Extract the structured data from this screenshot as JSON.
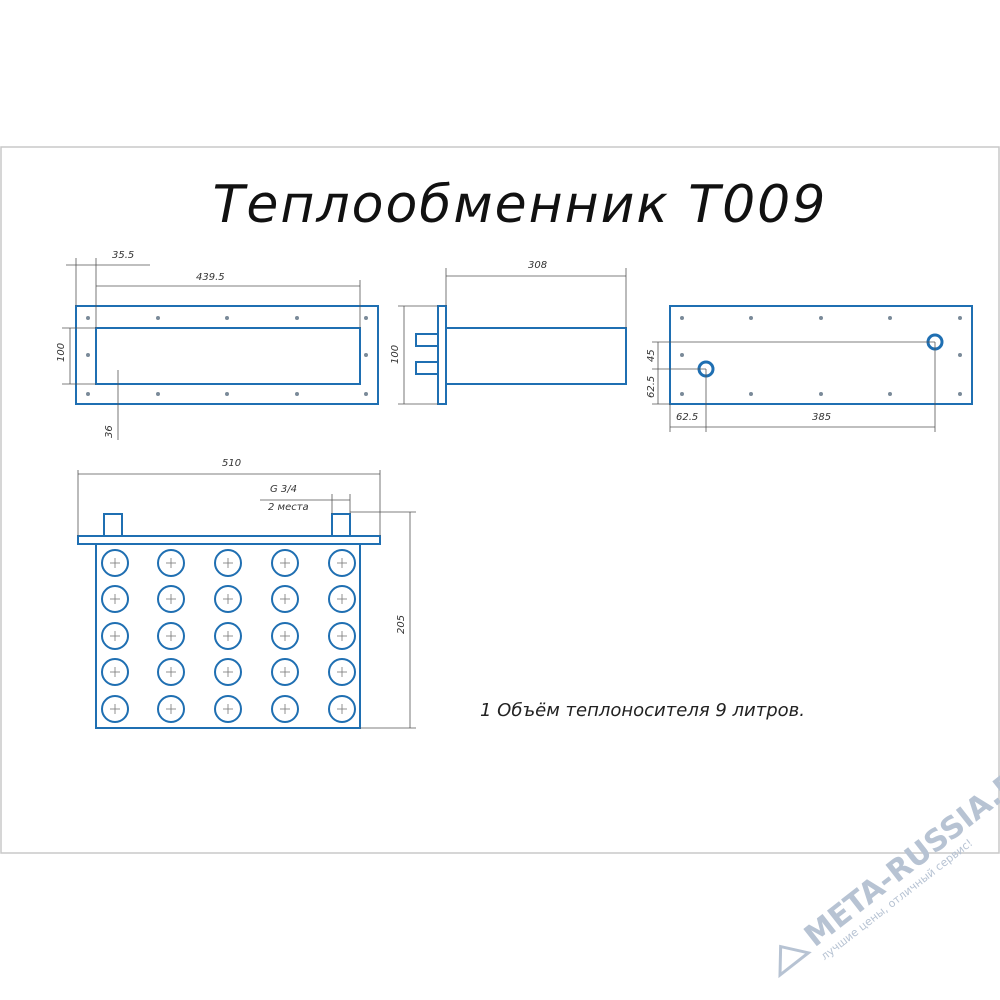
{
  "title": "Теплообменник Т009",
  "note": "1 Объём теплоносителя 9 литров.",
  "dimensions": {
    "front_offset": "35.5",
    "front_width": "439.5",
    "front_height": "100",
    "front_bottom": "36",
    "side_length": "308",
    "side_height": "100",
    "rear_left_offset": "62.5",
    "rear_span": "385",
    "rear_height_a": "45",
    "rear_height_b": "62.5",
    "bottom_width": "510",
    "bottom_height": "205",
    "thread_size": "G 3/4",
    "thread_count": "2 места"
  },
  "watermark": {
    "brand": "META-RUSSIA.RU",
    "slogan": "лучшие цены, отличный сервис!"
  },
  "colors": {
    "part": "#1f6fb2",
    "frame": "#c8c8c8"
  }
}
